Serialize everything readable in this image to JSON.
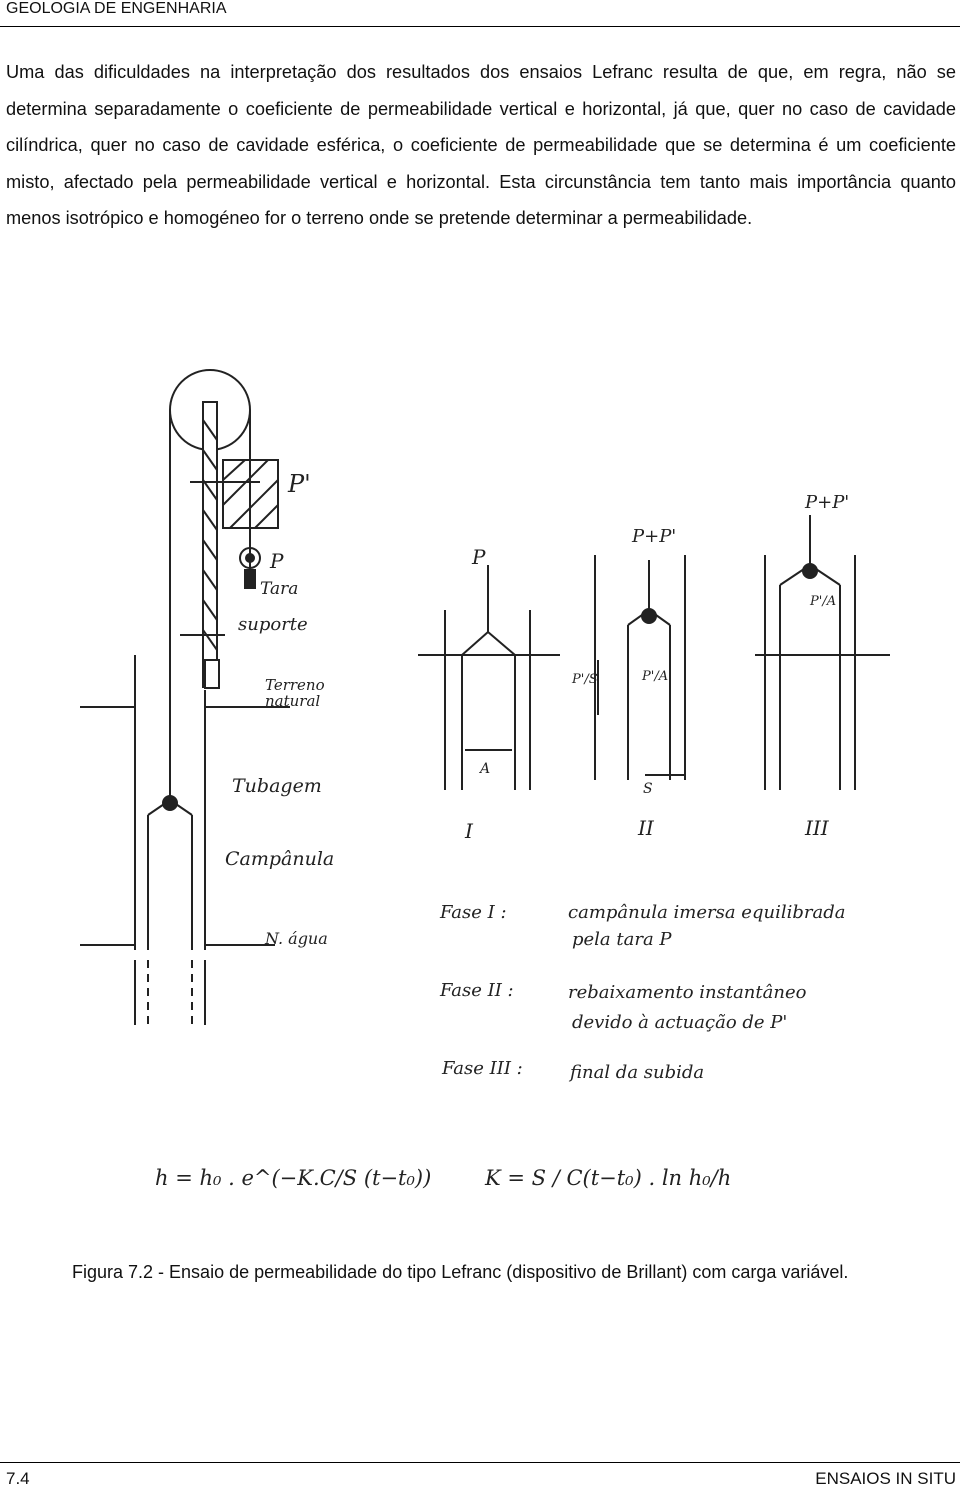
{
  "header": {
    "title": "GEOLOGIA DE ENGENHARIA"
  },
  "body": {
    "paragraph": "Uma das dificuldades na interpretação dos resultados dos ensaios Lefranc resulta de que, em regra, não se determina separadamente o coeficiente de permeabilidade vertical e horizontal, já que, quer no caso de cavidade cilíndrica, quer no caso de cavidade esférica, o coeficiente de permeabilidade que se determina é um coeficiente misto, afectado pela permeabilidade vertical e horizontal. Esta circunstância tem tanto mais importância quanto menos isotrópico e homogéneo for o terreno onde se pretende determinar a permeabilidade."
  },
  "figure": {
    "labels": {
      "p_prime": "P'",
      "p": "P",
      "tara": "Tara",
      "suporte": "suporte",
      "terreno": "Terreno",
      "natural": "natural",
      "tubagem": "Tubagem",
      "campanula": "Campânula",
      "n_agua": "N. água",
      "p_plus_pp": "P+P'",
      "a": "A",
      "s": "S",
      "p_over_s": "P'/S",
      "p_over_a": "P'/A"
    },
    "phases": {
      "roman": [
        "I",
        "II",
        "III"
      ],
      "fase_i_label": "Fase I :",
      "fase_i_line1": "campânula imersa equilibrada",
      "fase_i_line2": "pela tara P",
      "fase_ii_label": "Fase II :",
      "fase_ii_line1": "rebaixamento instantâneo",
      "fase_ii_line2": "devido à actuação de P'",
      "fase_iii_label": "Fase III :",
      "fase_iii_line1": "final da subida"
    },
    "formula_left": "h = h₀ . e^(−K.C/S (t−t₀))",
    "formula_right": "K = S / C(t−t₀) . ln h₀/h"
  },
  "caption": "Figura 7.2 - Ensaio de permeabilidade do tipo Lefranc (dispositivo de Brillant) com carga variável.",
  "footer": {
    "page": "7.4",
    "section": "ENSAIOS IN SITU"
  }
}
